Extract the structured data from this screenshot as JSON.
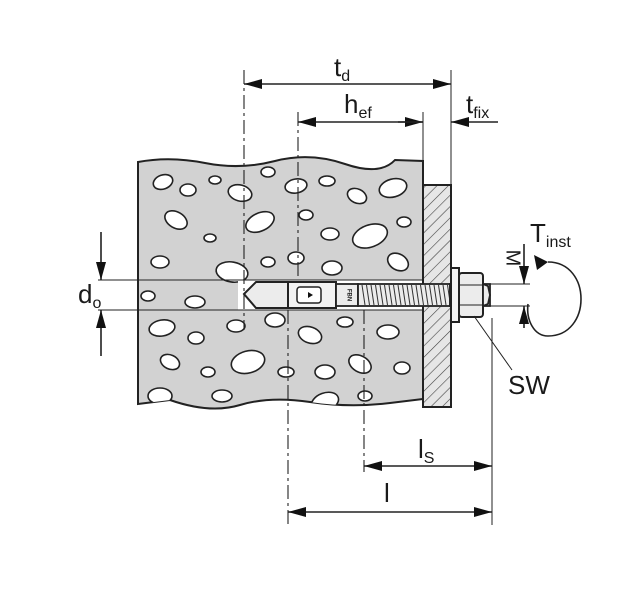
{
  "labels": {
    "t_d": {
      "main": "t",
      "sub": "d"
    },
    "h_ef": {
      "main": "h",
      "sub": "ef"
    },
    "t_fix": {
      "main": "t",
      "sub": "fix"
    },
    "t_inst": {
      "main": "T",
      "sub": "inst"
    },
    "m": "M",
    "d_o": {
      "main": "d",
      "sub": "o"
    },
    "sw": "SW",
    "l_s": {
      "main": "l",
      "sub": "S"
    },
    "l": "l",
    "anchor_marking": "FBN"
  },
  "colors": {
    "line": "#222222",
    "concrete_bg": "#d2d2d2",
    "hatch_bg": "#e6e6e6",
    "bolt_bg": "#ececec",
    "background": "#ffffff"
  }
}
